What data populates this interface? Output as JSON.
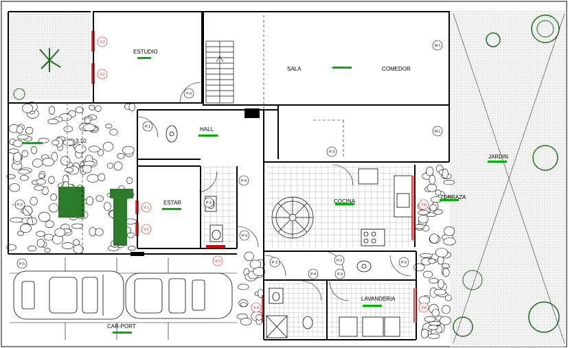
{
  "rooms": {
    "estudio": "ESTUDIO",
    "sala": "SALA",
    "comedor": "COMEDOR",
    "hall": "HALL",
    "estar": "ESTAR",
    "cocina": "COCINA",
    "terraza": "TERRAZA",
    "jardin": "JARDIN",
    "lavanderia": "LAVANDERIA",
    "carport": "CAR-PORT"
  },
  "dimension": "3.10",
  "doors": {
    "p1": "P-1",
    "p2": "P-2",
    "p3": "P-3",
    "p4": "P-4",
    "p5": "P-5"
  },
  "windows": {
    "v1": "V-1",
    "v2": "V-2",
    "v3": "V-3",
    "v4": "V-4",
    "v6": "V-6"
  },
  "mirrors": {
    "m1": "M-1"
  },
  "colors": {
    "walls": "#000000",
    "window_marks": "#d00000",
    "level_marks": "#00b000",
    "vegetation": "#1e6e1e"
  }
}
